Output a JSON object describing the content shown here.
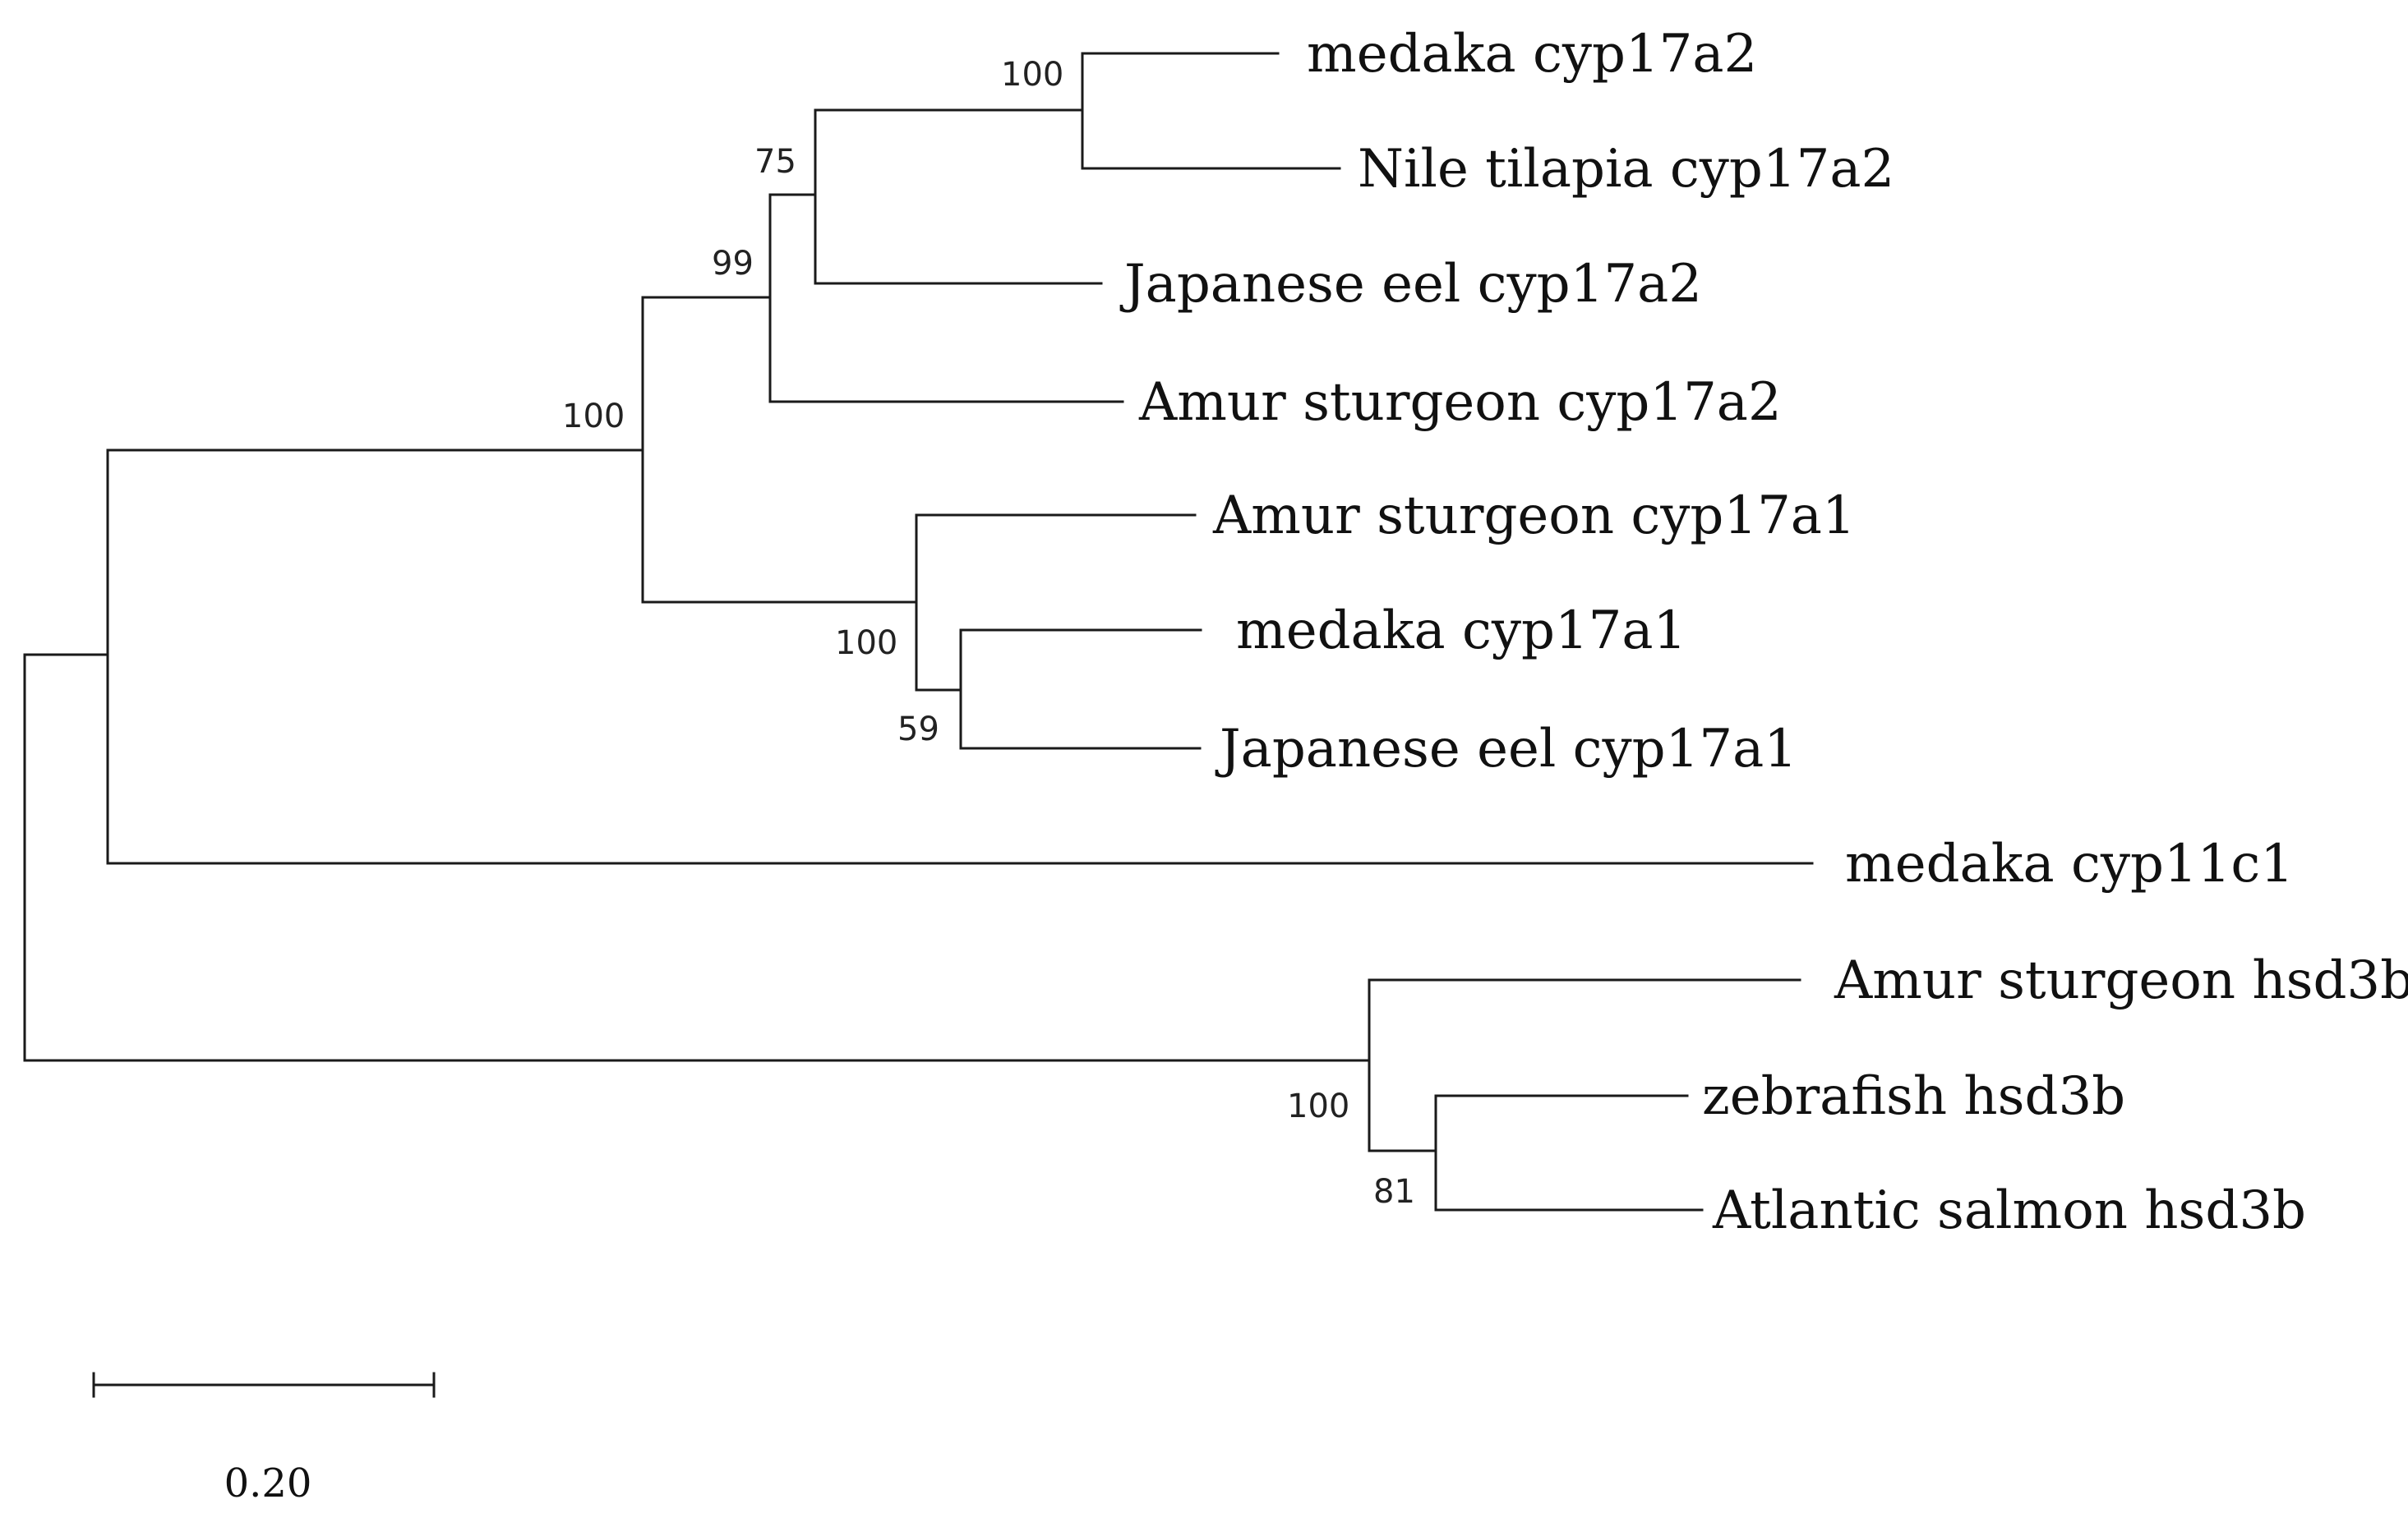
{
  "tree": {
    "taxa": [
      {
        "id": "medaka-cyp17a2",
        "label": "medaka  cyp17a2"
      },
      {
        "id": "nile-tilapia-cyp17a2",
        "label": "Nile tilapia cyp17a2"
      },
      {
        "id": "japanese-eel-cyp17a2",
        "label": "Japanese  eel cyp17a2"
      },
      {
        "id": "amur-sturgeon-cyp17a2",
        "label": "Amur sturgeon  cyp17a2"
      },
      {
        "id": "amur-sturgeon-cyp17a1",
        "label": "Amur sturgeon cyp17a1"
      },
      {
        "id": "medaka-cyp17a1",
        "label": "medaka  cyp17a1"
      },
      {
        "id": "japanese-eel-cyp17a1",
        "label": "Japanese  eel cyp17a1"
      },
      {
        "id": "medaka-cyp11c1",
        "label": "medaka  cyp11c1"
      },
      {
        "id": "amur-sturgeon-hsd3b",
        "label": "Amur sturgeon hsd3b"
      },
      {
        "id": "zebrafish-hsd3b",
        "label": "zebrafish  hsd3b"
      },
      {
        "id": "atlantic-salmon-hsd3b",
        "label": "Atlantic  salmon hsd3b"
      }
    ],
    "bootstrap": [
      {
        "clade": "medaka-cyp17a2 + nile-tilapia-cyp17a2",
        "value": "100"
      },
      {
        "clade": "cyp17a2 teleosts",
        "value": "75"
      },
      {
        "clade": "cyp17a2",
        "value": "99"
      },
      {
        "clade": "cyp17",
        "value": "100"
      },
      {
        "clade": "cyp17a1",
        "value": "100"
      },
      {
        "clade": "medaka-cyp17a1 + japanese-eel-cyp17a1",
        "value": "59"
      },
      {
        "clade": "hsd3b",
        "value": "100"
      },
      {
        "clade": "zebrafish-hsd3b + atlantic-salmon-hsd3b",
        "value": "81"
      }
    ],
    "scale_bar": {
      "value": 0.2,
      "label": "0.20"
    }
  }
}
